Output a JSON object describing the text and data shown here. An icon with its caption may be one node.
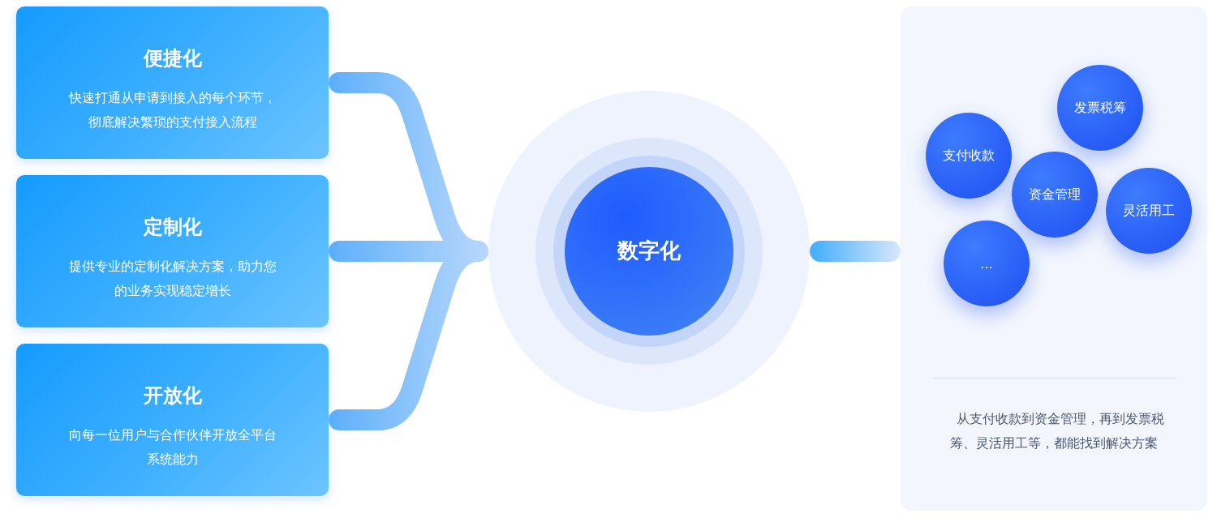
{
  "diagram": {
    "nodes": [
      {
        "text": [
          "便捷化",
          "快速打通从申请到接入的每个环节，彻底解决繁琐的支付接入流程"
        ]
      },
      {
        "text": [
          "定制化",
          "提供专业的定制化解决方案，助力您的业务实现稳定增长"
        ]
      },
      {
        "text": [
          "开放化",
          "向每一位用户与合作伙伴开放全平台系统能力"
        ]
      },
      {
        "text": [
          "数字化"
        ]
      },
      {
        "text": [
          "从支付收款到资金管理，再到发票税筹、灵活用工等，都能找到解决方案"
        ]
      },
      {
        "text": [
          "发票税筹"
        ],
        "in": 4
      },
      {
        "text": [
          "支付收款"
        ],
        "in": 4
      },
      {
        "text": [
          "资金管理"
        ],
        "in": 4
      },
      {
        "text": [
          "灵活用工"
        ],
        "in": 4
      },
      {
        "text": [
          "..."
        ],
        "in": 4
      }
    ],
    "edges": [
      {
        "from": 0,
        "to": 3,
        "arrow": "none"
      },
      {
        "from": 1,
        "to": 3,
        "arrow": "none"
      },
      {
        "from": 2,
        "to": 3,
        "arrow": "none"
      },
      {
        "from": 3,
        "to": 4,
        "arrow": "none"
      }
    ]
  }
}
